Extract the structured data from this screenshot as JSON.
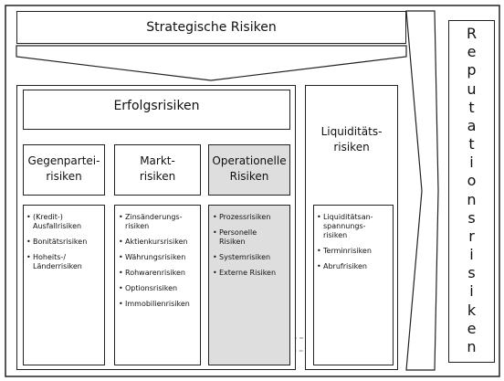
{
  "top": {
    "title": "Strategische Risiken"
  },
  "erfolg": {
    "title": "Erfolgsrisiken",
    "columns": [
      {
        "header": [
          "Gegenpartei-",
          "risiken"
        ],
        "items": [
          [
            "(Kredit-)",
            "Ausfallrisiken"
          ],
          [
            "Bonitätsrisiken"
          ],
          [
            "Hoheits-/",
            "Länderrisiken"
          ]
        ]
      },
      {
        "header": [
          "Markt-",
          "risiken"
        ],
        "items": [
          [
            "Zinsänderungs-",
            "risiken"
          ],
          [
            "Aktienkursrisiken"
          ],
          [
            "Währungsrisiken"
          ],
          [
            "Rohwarenrisiken"
          ],
          [
            "Optionsrisiken"
          ],
          [
            "Immobilienrisiken"
          ]
        ]
      },
      {
        "header": [
          "Operationelle",
          "Risiken"
        ],
        "items": [
          [
            "Prozessrisiken"
          ],
          [
            "Personelle",
            "Risiken"
          ],
          [
            "Systemrisiken"
          ],
          [
            "Externe Risiken"
          ]
        ]
      }
    ]
  },
  "liquid": {
    "header": [
      "Liquiditäts-",
      "risiken"
    ],
    "items": [
      [
        "Liquiditätsan-",
        "spannungs-",
        "risiken"
      ],
      [
        "Terminrisiken"
      ],
      [
        "Abrufrisiken"
      ]
    ]
  },
  "reputation": {
    "letters": [
      "R",
      "e",
      "p",
      "u",
      "t",
      "a",
      "t",
      "i",
      "o",
      "n",
      "s",
      "r",
      "i",
      "s",
      "i",
      "k",
      "e",
      "n"
    ]
  },
  "colors": {
    "operational_fill": "#dedede",
    "border": "#222222",
    "dashed": "#888888"
  }
}
